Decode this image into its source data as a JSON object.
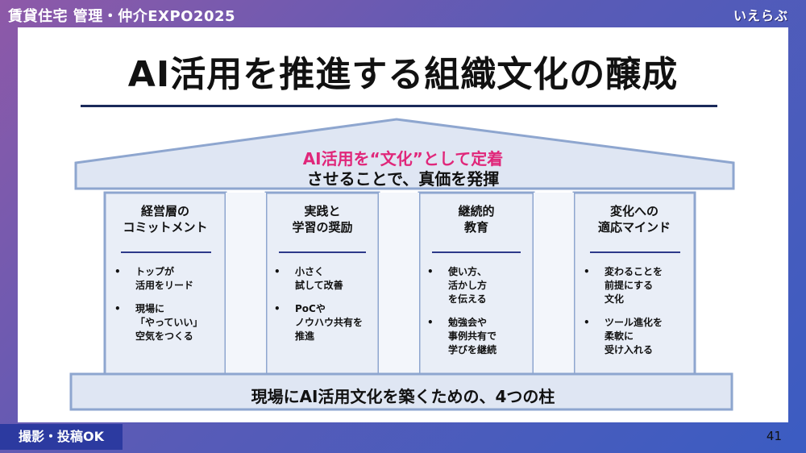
{
  "header": {
    "event_title": "賃貸住宅 管理・仲介EXPO2025",
    "logo_text": "いえらぶ"
  },
  "slide": {
    "title": "AI活用を推進する組織文化の醸成",
    "roof": {
      "line1": "AI活用を“文化”として定着",
      "line2": "させることで、真価を発揮"
    },
    "pillars": [
      {
        "title_lines": [
          "経営層の",
          "コミットメント"
        ],
        "bullets": [
          {
            "lines": [
              "トップが",
              "活用をリード"
            ]
          },
          {
            "lines": [
              "現場に",
              "「やっていい」",
              "空気をつくる"
            ]
          }
        ]
      },
      {
        "title_lines": [
          "実践と",
          "学習の奨励"
        ],
        "bullets": [
          {
            "lines": [
              "小さく",
              "試して改善"
            ]
          },
          {
            "lines": [
              "PoCや",
              "ノウハウ共有を",
              "推進"
            ]
          }
        ]
      },
      {
        "title_lines": [
          "継続的",
          "教育"
        ],
        "bullets": [
          {
            "lines": [
              "使い方、",
              "活かし方",
              "を伝える"
            ]
          },
          {
            "lines": [
              "勉強会や",
              "事例共有で",
              "学びを継続"
            ]
          }
        ]
      },
      {
        "title_lines": [
          "変化への",
          "適応マインド"
        ],
        "bullets": [
          {
            "lines": [
              "変わることを",
              "前提にする",
              "文化"
            ]
          },
          {
            "lines": [
              "ツール進化を",
              "柔軟に",
              "受け入れる"
            ]
          }
        ]
      }
    ],
    "base_text": "現場にAI活用文化を築くための、4つの柱",
    "bullet_marker": "•"
  },
  "footer": {
    "badge": "撮影・投稿OK",
    "page_number": "41"
  },
  "colors": {
    "accent_pink": "#e0277a",
    "pillar_fill": "#e9eef7",
    "pillar_border": "#8ea6cf",
    "roof_fill": "#dfe6f3",
    "navy": "#1a2a5a",
    "badge_blue": "#2c3aa0"
  }
}
